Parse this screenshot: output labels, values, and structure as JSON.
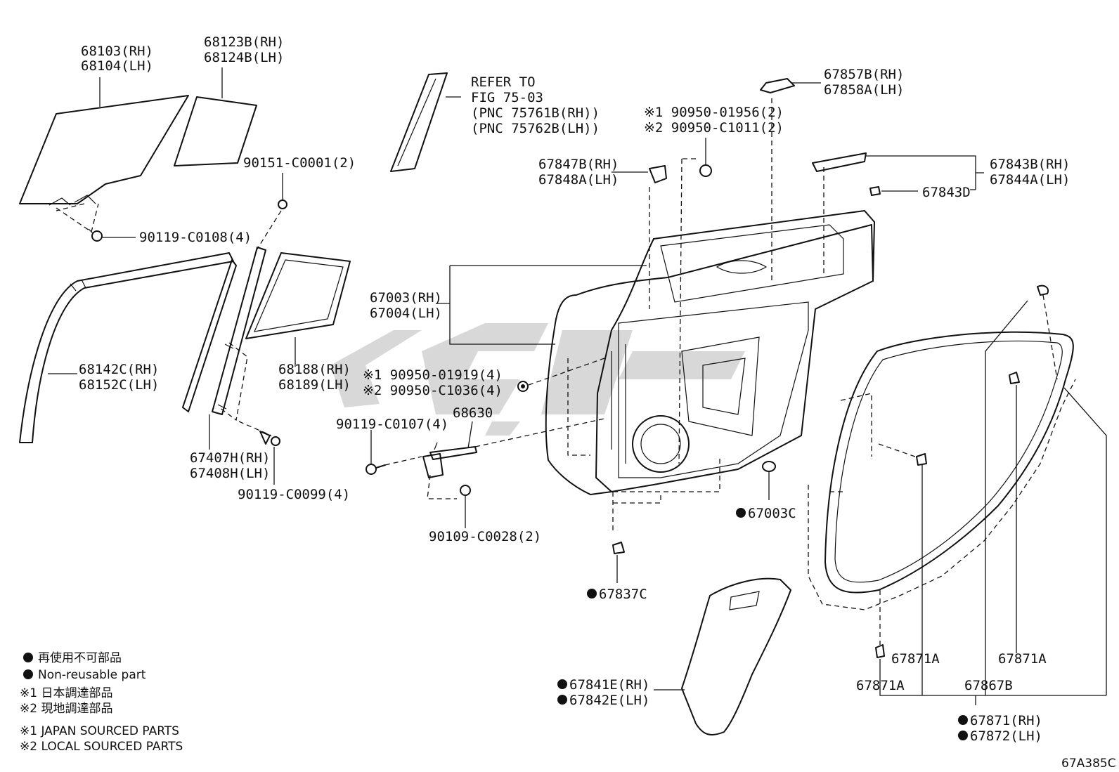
{
  "labels": {
    "window_glass_rh": "68103(RH)",
    "window_glass_lh": "68104(LH)",
    "quarter_glass_rh": "68123B(RH)",
    "quarter_glass_lh": "68124B(LH)",
    "bolt_90151": "90151-C0001(2)",
    "bolt_90119_c0108": "90119-C0108(4)",
    "run_channel_rh": "68142C(RH)",
    "run_channel_lh": "68152C(LH)",
    "quarter_frame_rh": "68188(RH)",
    "quarter_frame_lh": "68189(LH)",
    "division_bar_rh": "67407H(RH)",
    "division_bar_lh": "67408H(LH)",
    "bolt_90119_c0099": "90119-C0099(4)",
    "refer_1": "REFER TO",
    "refer_2": "FIG 75-03",
    "refer_3": "(PNC 75761B(RH))",
    "refer_4": "(PNC 75762B(LH))",
    "door_panel_rh": "67003(RH)",
    "door_panel_lh": "67004(LH)",
    "plug_j": "※1 90950-01919(4)",
    "plug_l": "※2 90950-C1036(4)",
    "bolt_90119_c0107": "90119-C0107(4)",
    "check_assy": "68630",
    "bolt_90109": "90109-C0028(2)",
    "hole_plug_j": "※1 90950-01956(2)",
    "hole_plug_l": "※2 90950-C1011(2)",
    "corner_piece_rh": "67847B(RH)",
    "corner_piece_lh": "67848A(LH)",
    "handle_support_rh": "67857B(RH)",
    "handle_support_lh": "67858A(LH)",
    "belt_trim_rh": "67843B(RH)",
    "belt_trim_lh": "67844A(LH)",
    "clip_67843d": "67843D",
    "plug_67003c": "67003C",
    "clip_67837c": "67837C",
    "service_hole_cover_rh": "67841E(RH)",
    "service_hole_cover_lh": "67842E(LH)",
    "clip_67871a_1": "67871A",
    "clip_67871a_2": "67871A",
    "clip_67871a_3": "67871A",
    "weatherstrip_67867b": "67867B",
    "weatherstrip_rh": "67871(RH)",
    "weatherstrip_lh": "67872(LH)"
  },
  "legend": {
    "nonreuse_jp": "再使用不可部品",
    "nonreuse_en": "Non-reusable part",
    "japan_jp": "※1  日本調達部品",
    "local_jp": "※2  現地調達部品",
    "japan_en": "※1  JAPAN SOURCED PARTS",
    "local_en": "※2  LOCAL SOURCED PARTS"
  },
  "figure_code": "67A385C"
}
